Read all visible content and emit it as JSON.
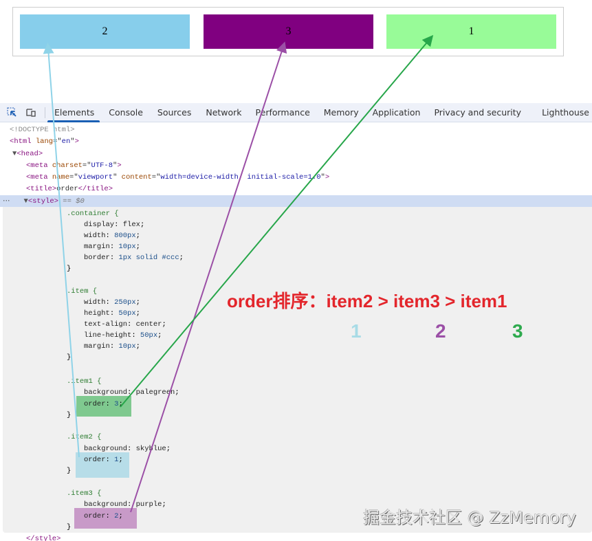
{
  "preview": {
    "container": {
      "border_color": "#cccccc"
    },
    "items": [
      {
        "label": "2",
        "class": "item2",
        "background": "#87ceeb"
      },
      {
        "label": "3",
        "class": "item3",
        "background": "#800080"
      },
      {
        "label": "1",
        "class": "item1",
        "background": "#98fb98"
      }
    ]
  },
  "devtools": {
    "icons": [
      "inspect-element-icon",
      "device-toolbar-icon"
    ],
    "tabs": [
      {
        "label": "Elements",
        "active": true
      },
      {
        "label": "Console"
      },
      {
        "label": "Sources"
      },
      {
        "label": "Network"
      },
      {
        "label": "Performance"
      },
      {
        "label": "Memory"
      },
      {
        "label": "Application"
      },
      {
        "label": "Privacy and security"
      },
      {
        "label": "Lighthouse"
      }
    ],
    "accent": "#1a5fb4"
  },
  "dom": {
    "doctype": "<!DOCTYPE html>",
    "html_tag": "html",
    "html_lang_attr": "lang",
    "html_lang_val": "en",
    "head_tag": "head",
    "meta1_attr": "charset",
    "meta1_val": "UTF-8",
    "meta2_name_attr": "name",
    "meta2_name_val": "viewport",
    "meta2_content_attr": "content",
    "meta2_content_val": "width=device-width, initial-scale=1.0",
    "title_text": "order",
    "style_tag": "style",
    "style_ref": "== $0",
    "ellipsis": "⋯",
    "close_style": "</style>"
  },
  "css": {
    "container": {
      "selector": ".container {",
      "rules": [
        {
          "prop": "display",
          "val": "flex"
        },
        {
          "prop": "width",
          "val": "800px"
        },
        {
          "prop": "margin",
          "val": "10px"
        },
        {
          "prop": "border",
          "val": "1px solid #ccc"
        }
      ]
    },
    "item": {
      "selector": ".item {",
      "rules": [
        {
          "prop": "width",
          "val": "250px"
        },
        {
          "prop": "height",
          "val": "50px"
        },
        {
          "prop": "text-align",
          "val": "center"
        },
        {
          "prop": "line-height",
          "val": "50px"
        },
        {
          "prop": "margin",
          "val": "10px"
        }
      ]
    },
    "item1": {
      "selector": ".item1 {",
      "rules": [
        {
          "prop": "background",
          "val": "palegreen"
        },
        {
          "prop": "order",
          "val": "3"
        }
      ],
      "highlight": "#7fc98f"
    },
    "item2": {
      "selector": ".item2 {",
      "rules": [
        {
          "prop": "background",
          "val": "skyblue"
        },
        {
          "prop": "order",
          "val": "1"
        }
      ],
      "highlight": "#b7dde8"
    },
    "item3": {
      "selector": ".item3 {",
      "rules": [
        {
          "prop": "background",
          "val": "purple"
        },
        {
          "prop": "order",
          "val": "2"
        }
      ],
      "highlight": "#c89ac8"
    },
    "close_brace": "}"
  },
  "annotation": {
    "title": "order排序：item2 > item3 > item1",
    "title_color": "#e3262c",
    "numbers": [
      {
        "label": "1",
        "color": "#a8dbe6"
      },
      {
        "label": "2",
        "color": "#9b4fa6"
      },
      {
        "label": "3",
        "color": "#2eaa4e"
      }
    ],
    "arrow_colors": {
      "item2": "#8fd3e8",
      "item3": "#9b4fa6",
      "item1": "#27a64a"
    }
  },
  "watermark": "掘金技术社区 @ ZzMemory"
}
